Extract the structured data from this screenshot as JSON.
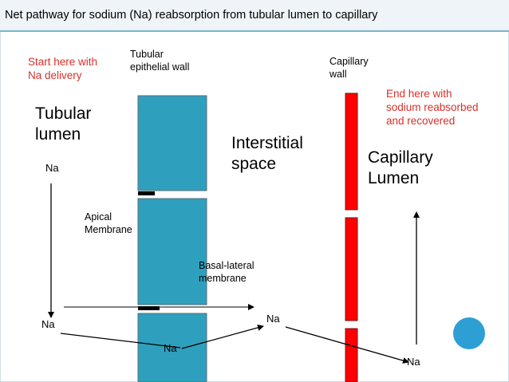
{
  "title": "Net pathway for sodium (Na) reabsorption from tubular lumen to capillary",
  "labels": {
    "start": [
      "Start here with",
      "Na delivery"
    ],
    "tubular_wall": [
      "Tubular",
      "epithelial wall"
    ],
    "capillary_wall": [
      "Capillary",
      "wall"
    ],
    "end": [
      "End here with",
      "sodium reabsorbed",
      "and recovered"
    ],
    "tubular_lumen": [
      "Tubular",
      "lumen"
    ],
    "interstitial": [
      "Interstitial",
      "space"
    ],
    "capillary_lumen": [
      "Capillary",
      "Lumen"
    ],
    "apical": [
      "Apical",
      "Membrane"
    ],
    "basolateral": [
      "Basal-lateral",
      "membrane"
    ],
    "na": "Na"
  },
  "colors": {
    "epithelium": "#2ea0bd",
    "capillary": "#ff0000",
    "red_text": "#d9302a",
    "accent_dot": "#2e9fd4"
  }
}
